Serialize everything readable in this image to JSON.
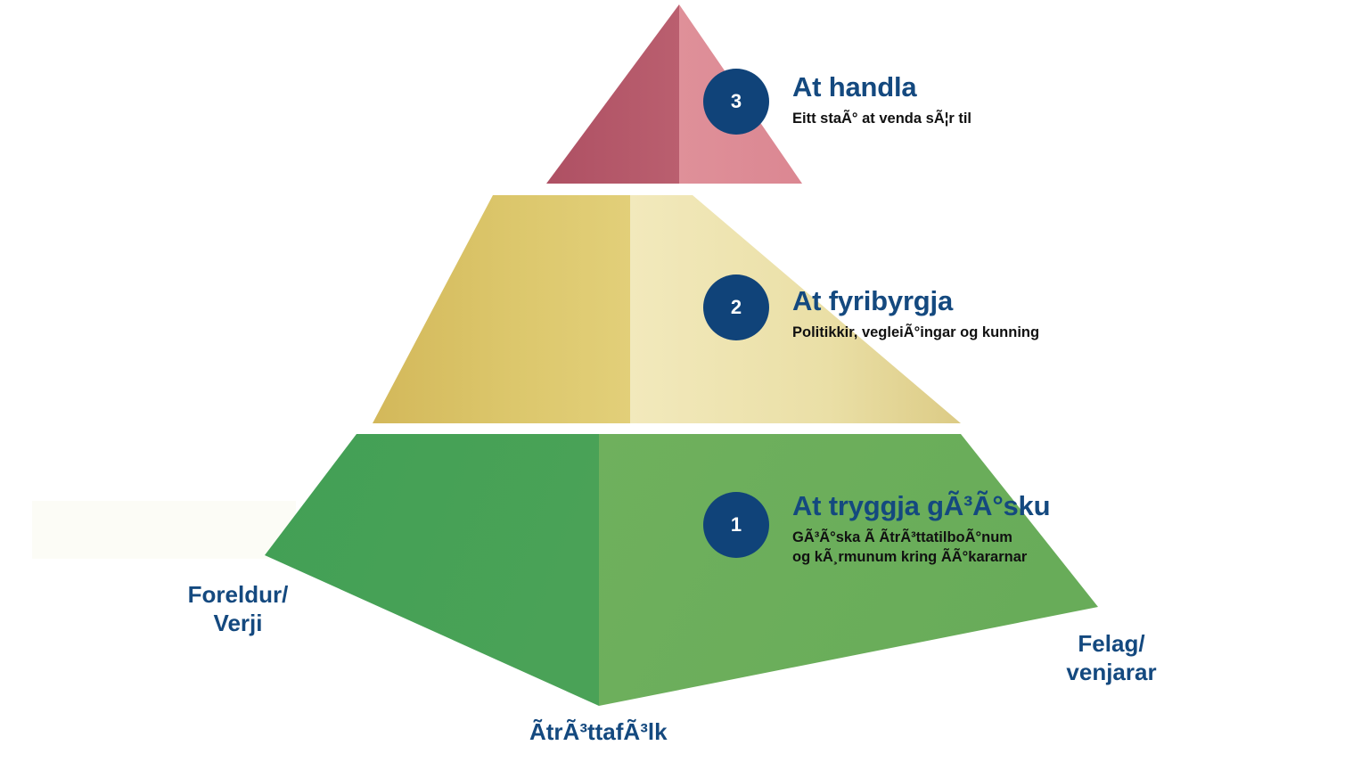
{
  "diagram": {
    "type": "3-level-pyramid",
    "title_accent_color": "#14497F",
    "badge_color": "#104379",
    "levels": [
      {
        "number": "3",
        "title": "At handla",
        "subtitle_line1": "Eitt staÃ° at venda sÃ¦r til",
        "subtitle_line2": "",
        "face_left_color": "#B45567",
        "face_right_color": "#DE8D98",
        "shape": "triangle"
      },
      {
        "number": "2",
        "title": "At fyribyrgja",
        "subtitle_line1": "Politikkir, vegleiÃ°ingar og kunning",
        "subtitle_line2": "",
        "face_left_color": "#D4BC5E",
        "face_right_color": "#EBE0AC",
        "shape": "trapezoid"
      },
      {
        "number": "1",
        "title": "At tryggja gÃ³Ã°sku",
        "subtitle_line1": "GÃ³Ã°ska Ã­ Ã­trÃ³ttatilboÃ°num",
        "subtitle_line2": "og kÃ¸rmunum kring Ã­Ã°kararnar",
        "face_left_color": "#45A054",
        "face_right_color": "#6CAF5B",
        "shape": "pentagon-base"
      }
    ],
    "corner_labels": {
      "left_line1": "Foreldur/",
      "left_line2": "Verji",
      "right_line1": "Felag/",
      "right_line2": "venjarar",
      "bottom": "ÃtrÃ³ttafÃ³lk"
    }
  }
}
